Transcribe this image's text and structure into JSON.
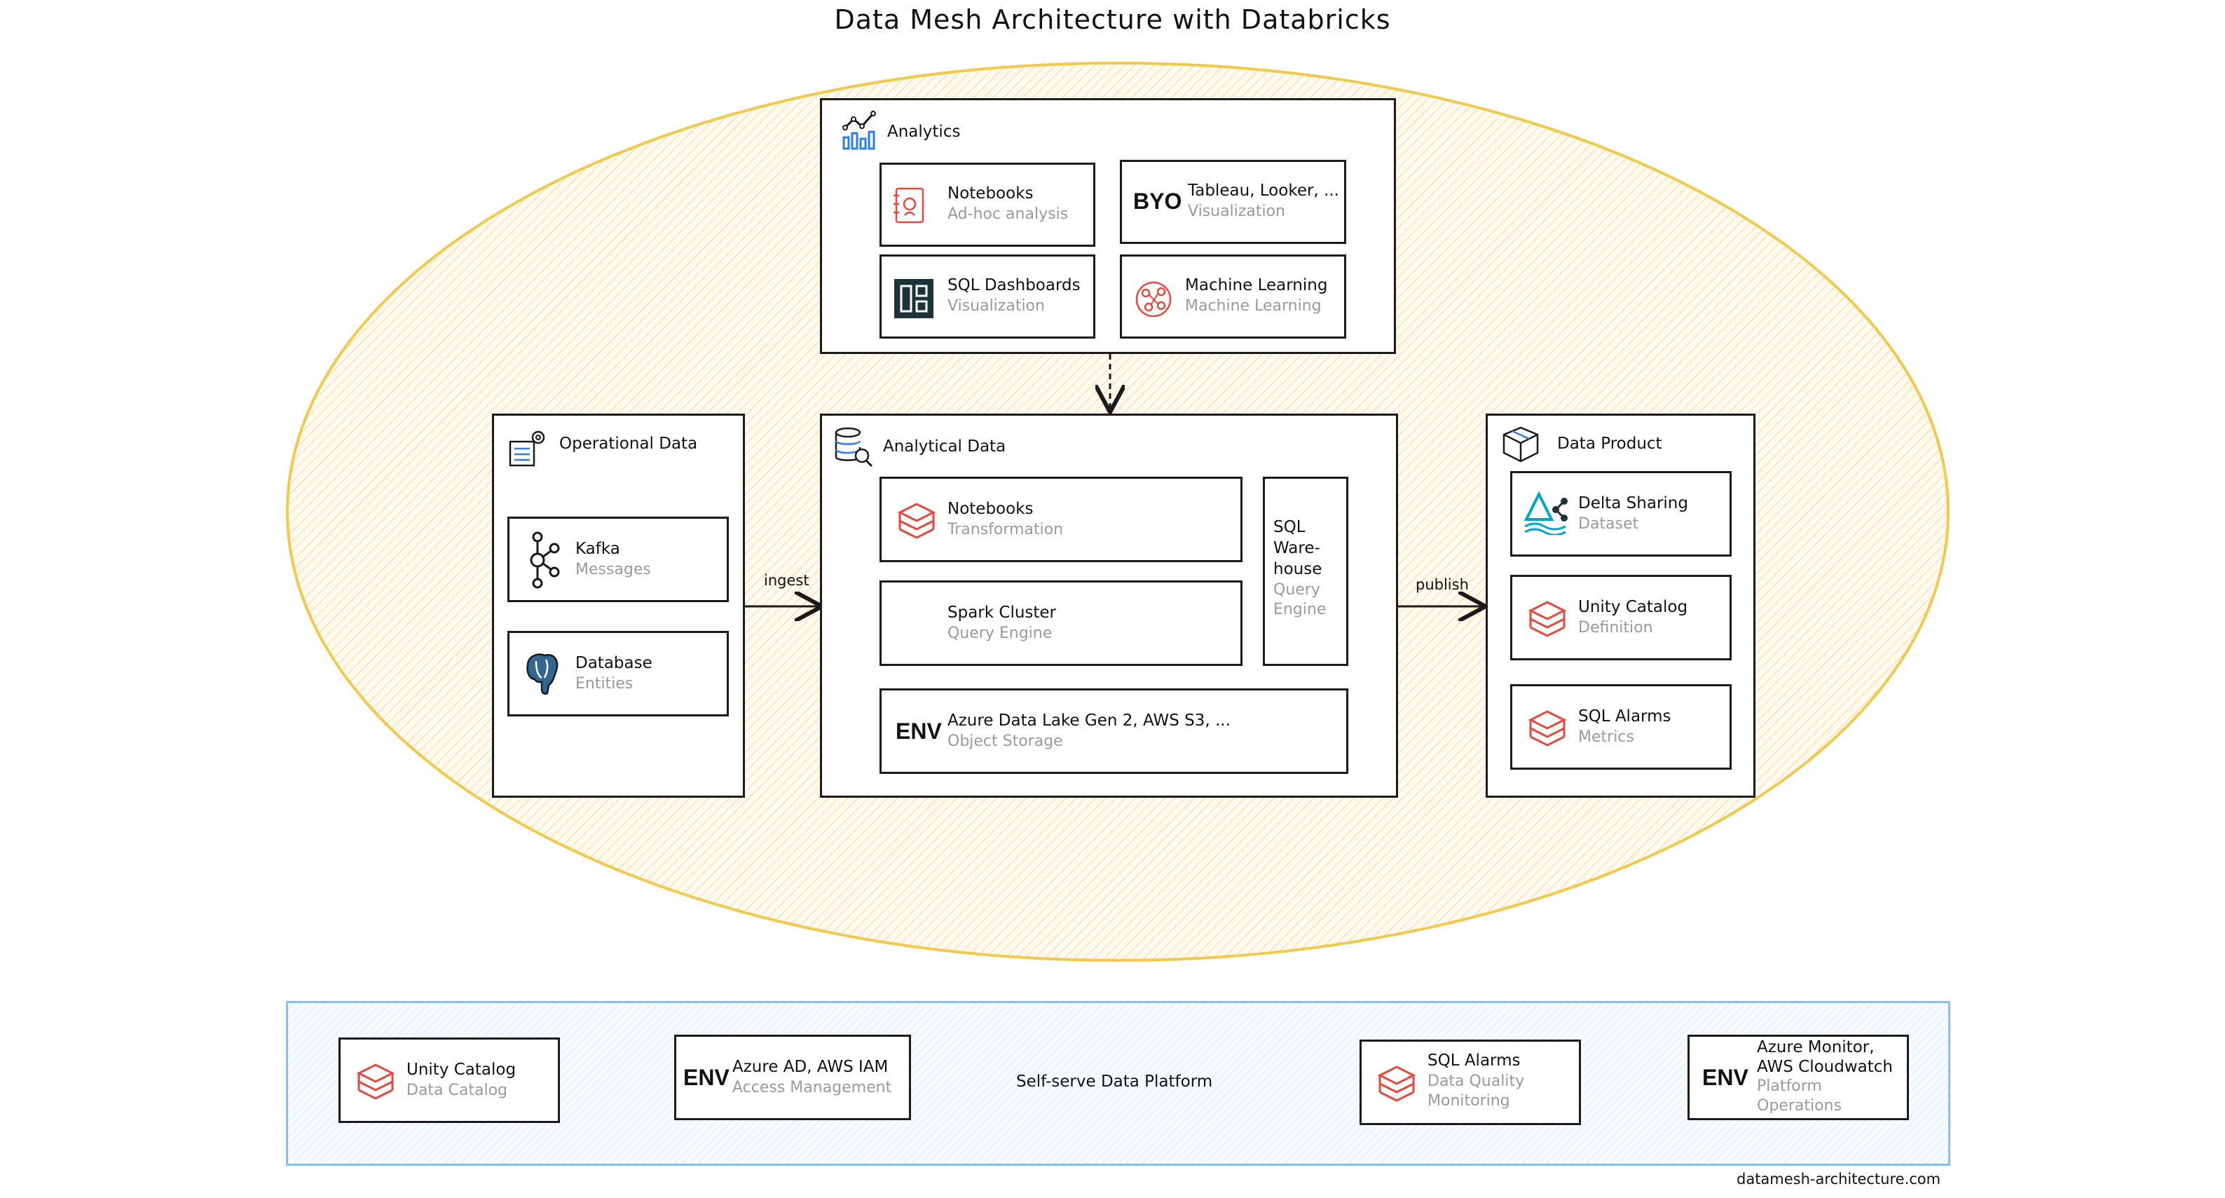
{
  "title": "Data Mesh Architecture with Databricks",
  "footer": "datamesh-architecture.com",
  "colors": {
    "mesh_fill": "#fdf3d6",
    "mesh_stroke": "#f2c94c",
    "platform_stroke": "#8fbde8",
    "databricks_red": "#e8473d",
    "delta_teal": "#00a5c8"
  },
  "analytics": {
    "header": "Analytics",
    "notebooks": {
      "title": "Notebooks",
      "subtitle": "Ad-hoc analysis",
      "icon": "notebook-icon"
    },
    "byo": {
      "badge": "BYO",
      "title": "Tableau, Looker, ...",
      "subtitle": "Visualization"
    },
    "sql_dashboards": {
      "title": "SQL Dashboards",
      "subtitle": "Visualization",
      "icon": "dashboard-icon"
    },
    "ml": {
      "title": "Machine Learning",
      "subtitle": "Machine Learning",
      "icon": "ml-icon"
    }
  },
  "operational": {
    "header": "Operational Data",
    "kafka": {
      "title": "Kafka",
      "subtitle": "Messages",
      "icon": "kafka-icon"
    },
    "database": {
      "title": "Database",
      "subtitle": "Entities",
      "icon": "postgres-icon"
    }
  },
  "analytical": {
    "header": "Analytical Data",
    "notebooks": {
      "title": "Notebooks",
      "subtitle": "Transformation",
      "icon": "databricks-icon"
    },
    "spark": {
      "title": "Spark Cluster",
      "subtitle": "Query Engine"
    },
    "warehouse": {
      "line1": "SQL",
      "line2": "Ware-",
      "line3": "house",
      "sub1": "Query",
      "sub2": "Engine"
    },
    "storage": {
      "badge": "ENV",
      "title": "Azure Data Lake Gen 2, AWS S3, ...",
      "subtitle": "Object Storage"
    }
  },
  "product": {
    "header": "Data Product",
    "delta": {
      "title": "Delta Sharing",
      "subtitle": "Dataset",
      "icon": "delta-sharing-icon"
    },
    "unity": {
      "title": "Unity Catalog",
      "subtitle": "Definition",
      "icon": "databricks-icon"
    },
    "alarms": {
      "title": "SQL Alarms",
      "subtitle": "Metrics",
      "icon": "databricks-icon"
    }
  },
  "edges": {
    "ingest": "ingest",
    "publish": "publish"
  },
  "platform": {
    "label": "Self-serve Data Platform",
    "unity": {
      "title": "Unity Catalog",
      "subtitle": "Data Catalog"
    },
    "iam": {
      "badge": "ENV",
      "title": "Azure AD, AWS IAM",
      "subtitle": "Access Management"
    },
    "alarms": {
      "title": "SQL Alarms",
      "sub1": "Data Quality",
      "sub2": "Monitoring"
    },
    "monitor": {
      "badge": "ENV",
      "title1": "Azure Monitor,",
      "title2": "AWS Cloudwatch",
      "sub1": "Platform",
      "sub2": "Operations"
    }
  }
}
